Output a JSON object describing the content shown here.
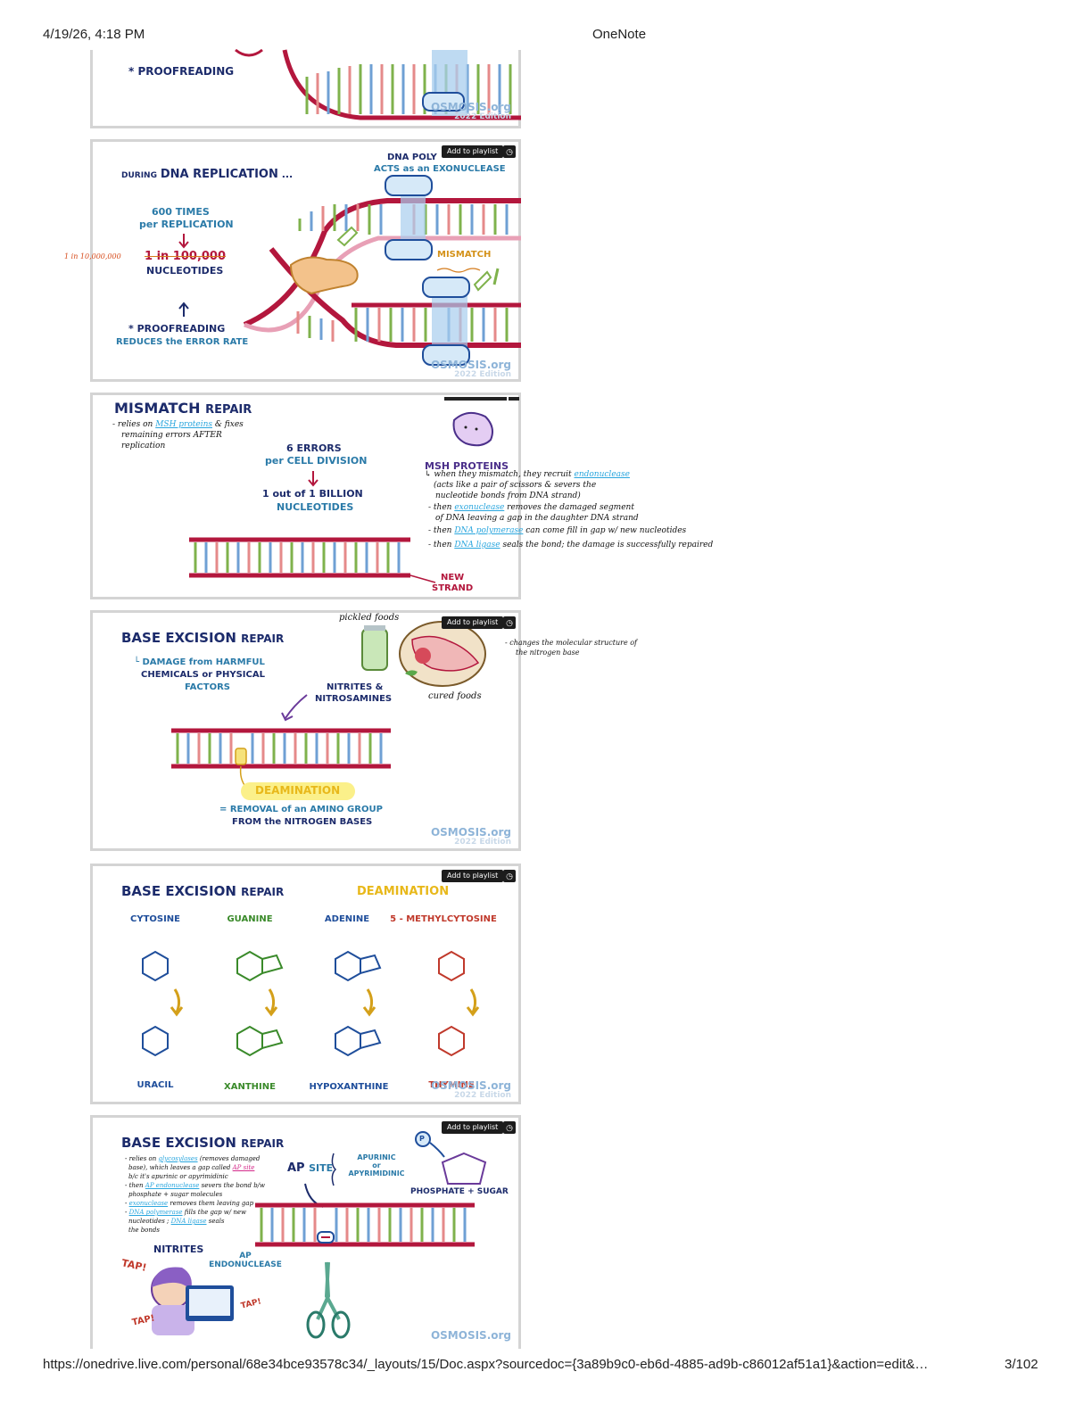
{
  "header": {
    "timestamp": "4/19/26, 4:18 PM",
    "app_title": "OneNote"
  },
  "footer": {
    "url": "https://onedrive.live.com/personal/68e34bce93578c34/_layouts/15/Doc.aspx?sourcedoc={3a89b9c0-eb6d-4885-ad9b-c86012af51a1}&action=edit&…",
    "page": "3/102"
  },
  "common": {
    "add_to_playlist": "Add to playlist",
    "osmosis": "OSMOSIS.org",
    "edition": "2022 Edition",
    "clock_icon": "clock-icon"
  },
  "slide1": {
    "proofreading": "* PROOFREADING"
  },
  "slide2": {
    "title_a": "DURING",
    "title_b": "DNA REPLICATION",
    "title_c": "...",
    "poly_a": "DNA POLY",
    "poly_b": "ACTS as an EXONUCLEASE",
    "times_a": "600 TIMES",
    "times_b": "per REPLICATION",
    "note_ratio": "1 in 10,000,000",
    "struck": "1 in 100,000",
    "nucleotides": "NUCLEOTIDES",
    "mismatch": "MISMATCH",
    "proof_a": "* PROOFREADING",
    "proof_b": "REDUCES the ERROR RATE"
  },
  "slide3": {
    "title_a": "MISMATCH",
    "title_b": "REPAIR",
    "note_1": "- relies on",
    "note_1b": "MSH proteins",
    "note_1c": "& fixes",
    "note_2": "remaining errors AFTER",
    "note_3": "replication",
    "errors_a": "6 ERRORS",
    "errors_b": "per CELL DIVISION",
    "billion_a": "1 out of 1 BILLION",
    "billion_b": "NUCLEOTIDES",
    "msh": "MSH PROTEINS",
    "m1a": "↳ when they mismatch, they recruit",
    "m1b": "endonuclease",
    "m2": "(acts like a pair of scissors & severs the",
    "m3": "nucleotide bonds from DNA strand)",
    "m4a": "- then",
    "m4b": "exonuclease",
    "m4c": "removes the damaged segment",
    "m5": "of DNA leaving a gap in the daughter DNA strand",
    "m6a": "- then",
    "m6b": "DNA polymerase",
    "m6c": "can come fill in gap w/ new nucleotides",
    "m7a": "- then",
    "m7b": "DNA ligase",
    "m7c": "seals the bond; the damage is successfully repaired",
    "new_a": "NEW",
    "new_b": "STRAND"
  },
  "slide4": {
    "title_a": "BASE EXCISION",
    "title_b": "REPAIR",
    "sub_a": "└ DAMAGE from HARMFUL",
    "sub_b": "CHEMICALS or PHYSICAL",
    "sub_c": "FACTORS",
    "pickled": "pickled foods",
    "cured": "cured foods",
    "nitrites_a": "NITRITES &",
    "nitrites_b": "NITROSAMINES",
    "note_a": "- changes the molecular structure of",
    "note_b": "the nitrogen base",
    "deam": "DEAMINATION",
    "removal_a": "= REMOVAL of an AMINO GROUP",
    "removal_b": "FROM the NITROGEN BASES"
  },
  "slide5": {
    "title_a": "BASE EXCISION",
    "title_b": "REPAIR",
    "deam": "DEAMINATION",
    "bases": [
      {
        "top": "CYTOSINE",
        "bottom": "URACIL",
        "color": "#1f4e9b"
      },
      {
        "top": "GUANINE",
        "bottom": "XANTHINE",
        "color": "#3a8a2a"
      },
      {
        "top": "ADENINE",
        "bottom": "HYPOXANTHINE",
        "color": "#1f4e9b"
      },
      {
        "top": "5 - METHYLCYTOSINE",
        "bottom": "THYMINE",
        "color": "#c0392b"
      }
    ]
  },
  "slide6": {
    "title_a": "BASE EXCISION",
    "title_b": "REPAIR",
    "n1a": "- relies on",
    "n1b": "glycosylases",
    "n1c": "(removes damaged",
    "n2a": "base), which leaves a gap called",
    "n2b": "AP site",
    "n3": "b/c it's apurinic or apyrimidinic",
    "n4a": "- then",
    "n4b": "AP endonuclease",
    "n4c": "severs the bond b/w",
    "n5": "phosphate + sugar molecules",
    "n6a": "-",
    "n6b": "exonuclease",
    "n6c": "removes them leaving gap",
    "n7a": "-",
    "n7b": "DNA polymerase",
    "n7c": "fills the gap w/ new",
    "n8a": "nucleotides ;",
    "n8b": "DNA ligase",
    "n8c": "seals",
    "n9": "the bonds",
    "ap_a": "AP",
    "ap_b": "SITE",
    "apu_a": "APURINIC",
    "apu_b": "or",
    "apu_c": "APYRIMIDINIC",
    "p": "P",
    "phos": "PHOSPHATE + SUGAR",
    "nitrites": "NITRITES",
    "endo_a": "AP",
    "endo_b": "ENDONUCLEASE",
    "tap": "TAP!"
  }
}
